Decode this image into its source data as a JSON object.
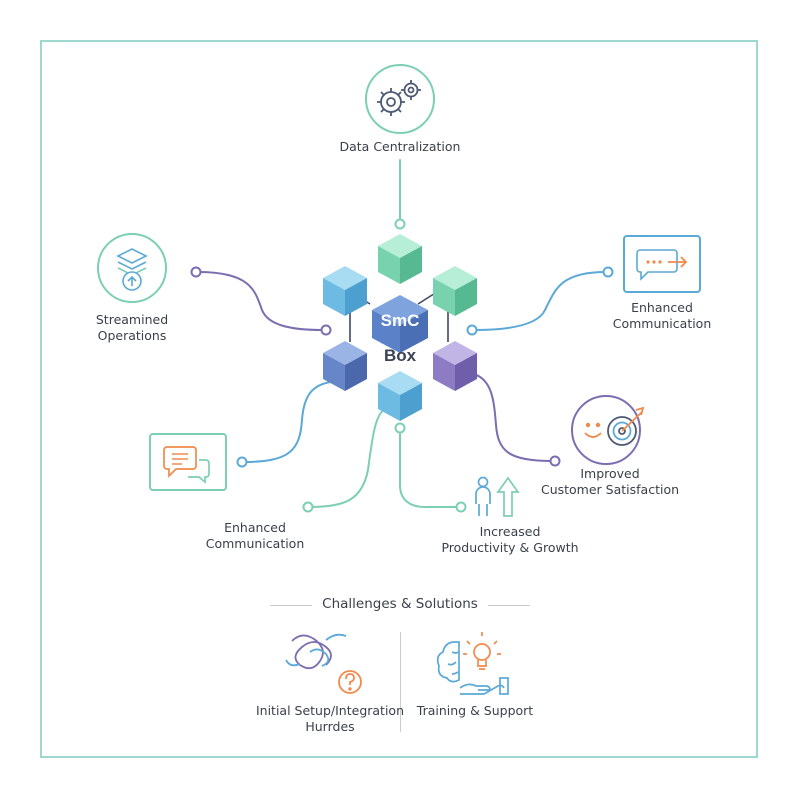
{
  "hub": {
    "line1": "SmC",
    "line2": "Box"
  },
  "nodes": [
    {
      "id": "data-centralization",
      "lines": [
        "Data Centralization"
      ],
      "icon": "gears-icon"
    },
    {
      "id": "streamlined-operations",
      "lines": [
        "Streamined",
        "Operations"
      ],
      "icon": "stacked-layers-upload-icon"
    },
    {
      "id": "enhanced-communication-right",
      "lines": [
        "Enhanced",
        "Communication"
      ],
      "icon": "chat-arrow-icon"
    },
    {
      "id": "improved-customer-satisfaction",
      "lines": [
        "Improved",
        "Customer Satisfaction"
      ],
      "icon": "smiley-target-icon"
    },
    {
      "id": "increased-productivity",
      "lines": [
        "Increased",
        "Productivity & Growth"
      ],
      "icon": "person-growth-arrow-icon"
    },
    {
      "id": "enhanced-communication-left",
      "lines": [
        "Enhanced",
        "Communication"
      ],
      "icon": "chat-bubbles-icon"
    }
  ],
  "challenges": {
    "title": "Challenges & Solutions",
    "items": [
      {
        "id": "initial-setup",
        "lines": [
          "Initial Setup/Integration",
          "Hurrdes"
        ],
        "icon": "tangled-knot-question-icon"
      },
      {
        "id": "training-support",
        "lines": [
          "Training & Support"
        ],
        "icon": "brain-lightbulb-hand-icon"
      }
    ]
  },
  "colors": {
    "frame": "#9fd8cf",
    "teal": "#7ccfb3",
    "blue": "#5aa9d6",
    "purple": "#7b6db0",
    "orange": "#f08a4b",
    "hub": "#4f7fc4"
  }
}
